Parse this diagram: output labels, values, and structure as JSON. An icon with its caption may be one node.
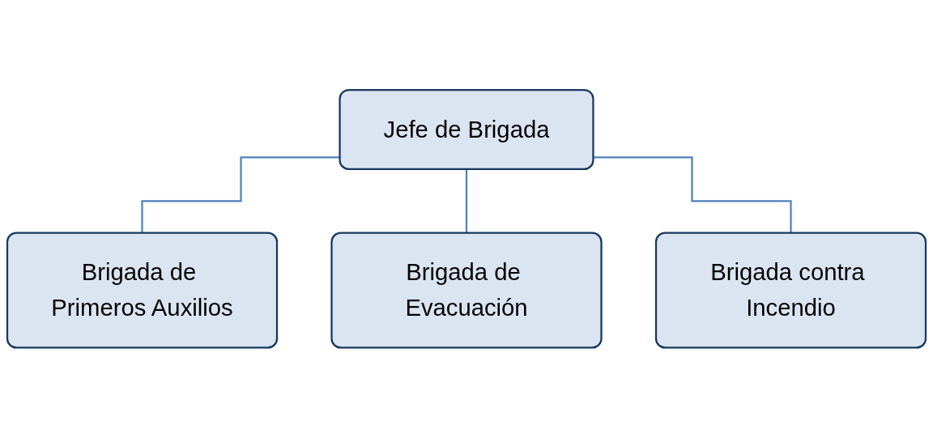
{
  "diagram": {
    "nodes": [
      {
        "text": [
          "Jefe de Brigada"
        ]
      },
      {
        "text": [
          "Brigada de Primeros Auxilios"
        ]
      },
      {
        "text": [
          "Brigada de Evacuación"
        ]
      },
      {
        "text": [
          "Brigada contra Incendio"
        ]
      }
    ],
    "edges": [
      {
        "from": 0,
        "to": 1,
        "arrow": "none"
      },
      {
        "from": 0,
        "to": 2,
        "arrow": "none"
      },
      {
        "from": 0,
        "to": 3,
        "arrow": "none"
      }
    ]
  }
}
